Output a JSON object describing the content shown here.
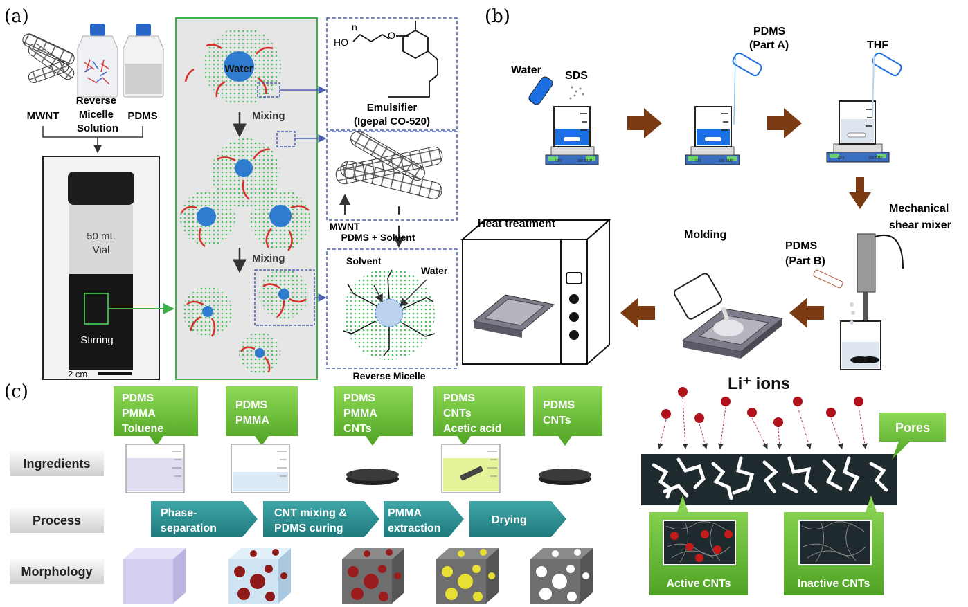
{
  "panel_a": {
    "letter": "(a)",
    "labels": {
      "mwnt": "MWNT",
      "reverse_micelle": [
        "Reverse",
        "Micelle",
        "Solution"
      ],
      "pdms": "PDMS"
    },
    "vial": {
      "volume": "50 mL",
      "vial": "Vial",
      "stirring": "Stirring",
      "scale": "2 cm"
    },
    "center": {
      "water": "Water",
      "mixing1": "Mixing",
      "mixing2": "Mixing"
    },
    "right": {
      "formula_n": "n",
      "formula_ho": "HO",
      "formula_o": "O",
      "emulsifier": "Emulsifier",
      "igepal": "(Igepal CO-520)",
      "mwnt": "MWNT",
      "pdms_solvent": "PDMS + Solvent",
      "solvent": "Solvent",
      "water": "Water",
      "reverse_micelle": "Reverse Micelle"
    }
  },
  "panel_b": {
    "letter": "(b)",
    "water": "Water",
    "sds": "SDS",
    "pdms_a": [
      "PDMS",
      "(Part A)"
    ],
    "thf": "THF",
    "mechanical": [
      "Mechanical",
      "shear mixer"
    ],
    "pdms_b": [
      "PDMS",
      "(Part B)"
    ],
    "molding": "Molding",
    "heat": "Heat treatment",
    "stirrer_off": "OFF",
    "stirrer_rpm": "300 RMP"
  },
  "panel_c": {
    "letter": "(c)",
    "rows": {
      "ingredients": "Ingredients",
      "process": "Process",
      "morphology": "Morphology"
    },
    "ingredient_boxes": [
      [
        "PDMS",
        "PMMA",
        "Toluene"
      ],
      [
        "PDMS",
        "PMMA"
      ],
      [
        "PDMS",
        "PMMA",
        "CNTs"
      ],
      [
        "PDMS",
        "CNTs",
        "Acetic acid"
      ],
      [
        "PDMS",
        "CNTs"
      ]
    ],
    "process_steps": [
      [
        "Phase-",
        "separation"
      ],
      [
        "CNT mixing &",
        "PDMS curing"
      ],
      [
        "PMMA",
        "extraction"
      ],
      [
        "Drying"
      ]
    ],
    "li_ions": "Li⁺ ions",
    "pores": "Pores",
    "active": "Active CNTs",
    "inactive": "Inactive CNTs"
  },
  "colors": {
    "green": "#6cc43a",
    "teal": "#2e8f91",
    "brown": "#7a3a12",
    "blue": "#2a7ad8",
    "red_particle": "#b0121a"
  }
}
